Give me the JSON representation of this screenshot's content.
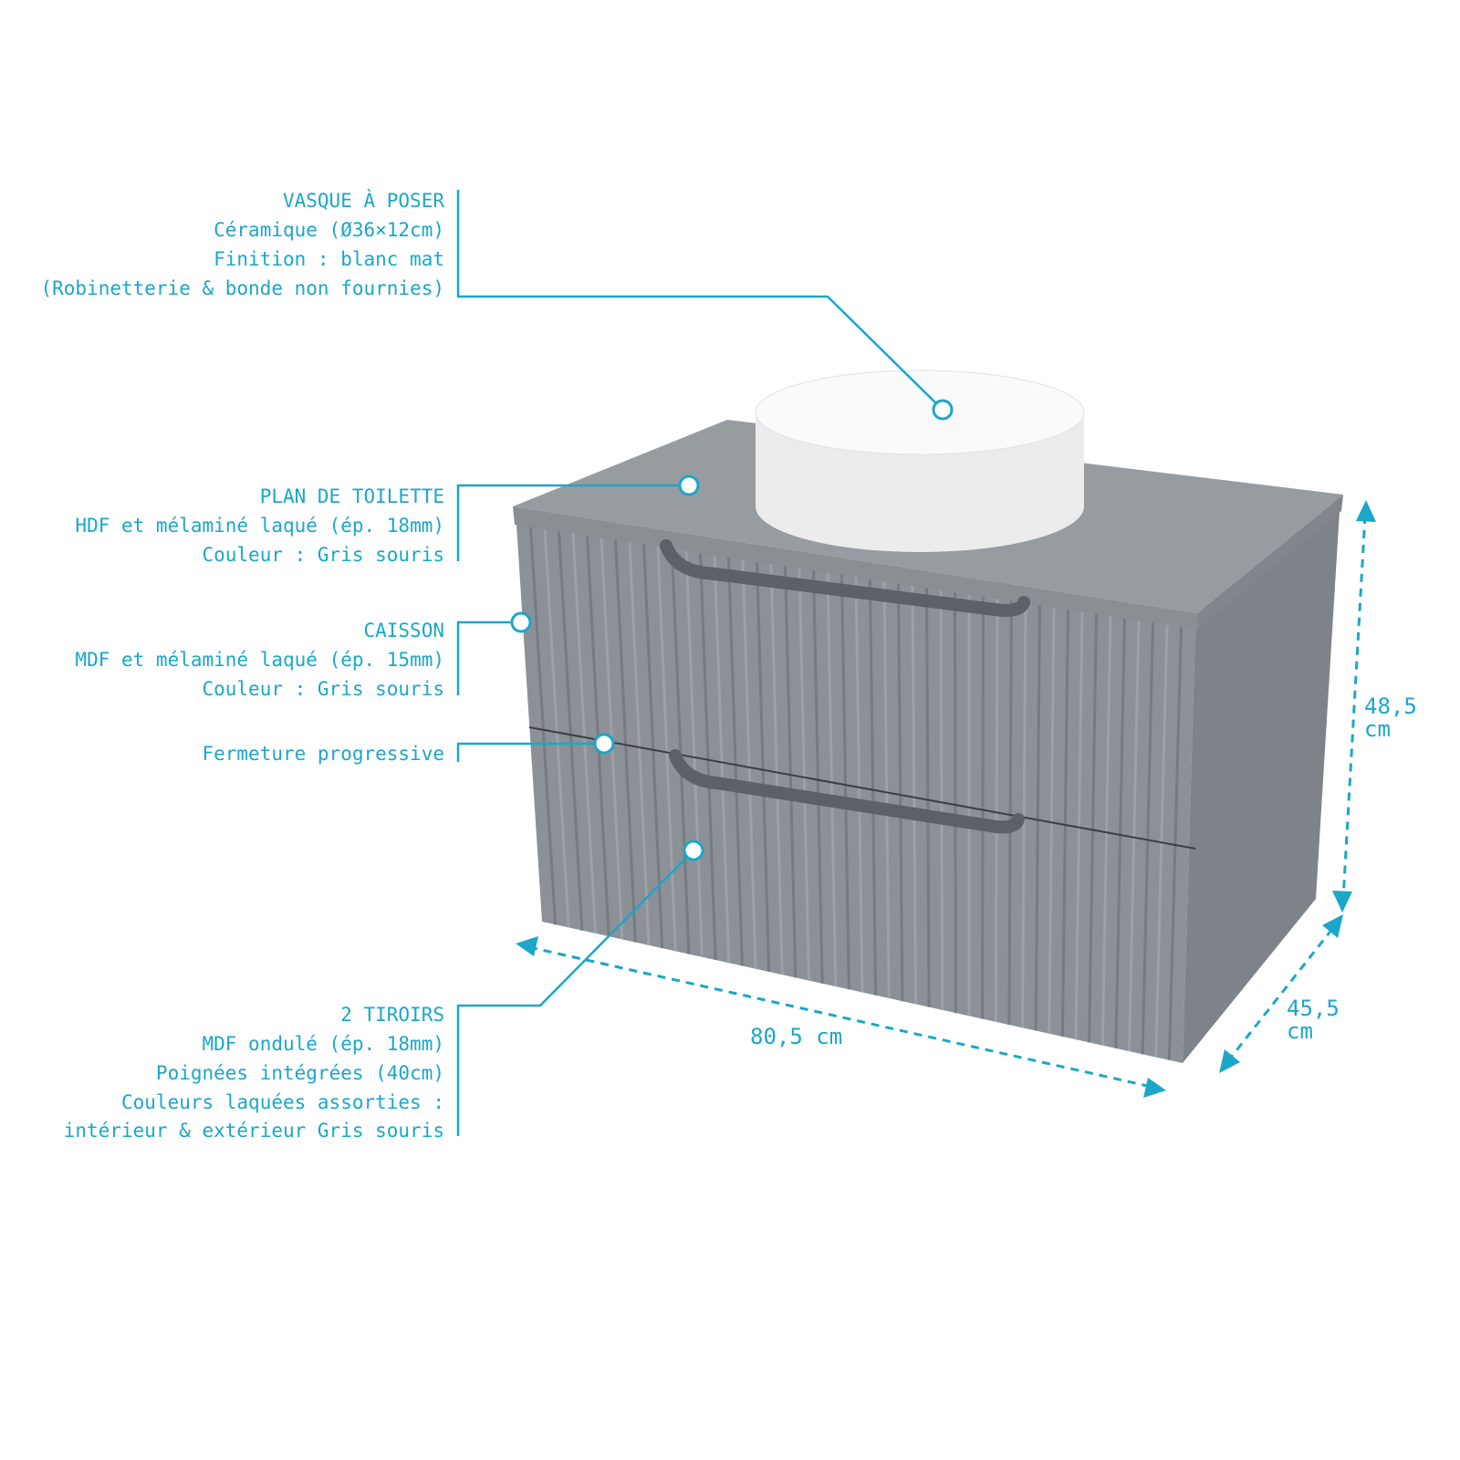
{
  "colors": {
    "accent": "#1aa7c9",
    "cabinet": "#8a9096",
    "basin": "#f4f4f4"
  },
  "callouts": [
    {
      "id": "vasque",
      "lines": [
        "VASQUE À POSER",
        "Céramique (Ø36×12cm)",
        "Finition : blanc mat",
        "(Robinetterie & bonde non fournies)"
      ]
    },
    {
      "id": "plan",
      "lines": [
        "PLAN DE TOILETTE",
        "HDF et mélaminé laqué (ép. 18mm)",
        "Couleur : Gris souris"
      ]
    },
    {
      "id": "caisson",
      "lines": [
        "CAISSON",
        "MDF et mélaminé laqué (ép. 15mm)",
        "Couleur : Gris souris"
      ]
    },
    {
      "id": "fermeture",
      "lines": [
        "Fermeture progressive"
      ]
    },
    {
      "id": "tiroirs",
      "lines": [
        "2 TIROIRS",
        "MDF ondulé (ép. 18mm)",
        "Poignées intégrées (40cm)",
        "Couleurs laquées assorties :",
        "intérieur & extérieur Gris souris"
      ]
    }
  ],
  "dimensions": {
    "width": {
      "value": "80,5",
      "unit": "cm"
    },
    "height": {
      "value": "48,5",
      "unit": "cm"
    },
    "depth": {
      "value": "45,5",
      "unit": "cm"
    }
  }
}
